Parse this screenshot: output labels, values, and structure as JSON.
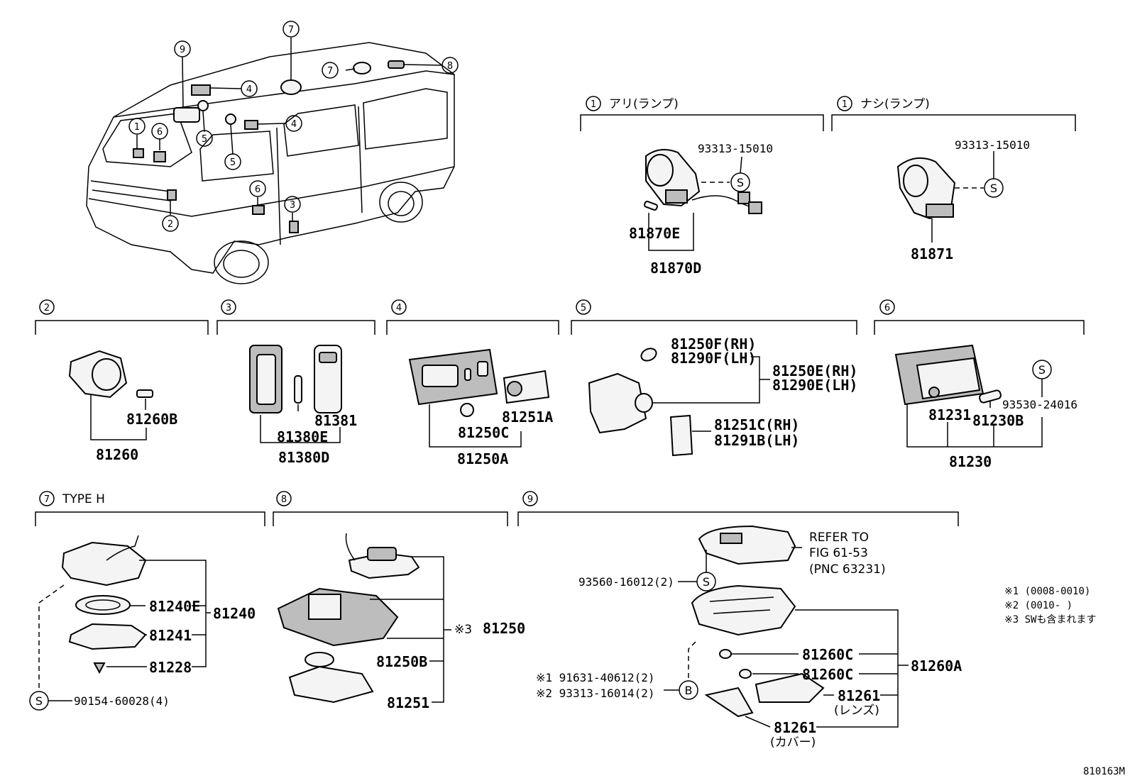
{
  "footer": {
    "code": "810163M"
  },
  "notes": [
    "※1 (0008-0010)",
    "※2 (0010-      )",
    "※3 SWも含まれます"
  ],
  "overview": {
    "callouts": [
      "1",
      "2",
      "3",
      "4",
      "4",
      "5",
      "5",
      "6",
      "6",
      "7",
      "7",
      "8",
      "9"
    ]
  },
  "sections": {
    "s1a": {
      "num": "1",
      "title": "アリ(ランプ)",
      "parts": [
        "93313-15010",
        "81870E",
        "81870D"
      ],
      "symbol": "S"
    },
    "s1b": {
      "num": "1",
      "title": "ナシ(ランプ)",
      "parts": [
        "93313-15010",
        "81871"
      ],
      "symbol": "S"
    },
    "s2": {
      "num": "2",
      "parts": [
        "81260B",
        "81260"
      ]
    },
    "s3": {
      "num": "3",
      "parts": [
        "81381",
        "81380E",
        "81380D"
      ]
    },
    "s4": {
      "num": "4",
      "parts": [
        "81250C",
        "81251A",
        "81250A"
      ]
    },
    "s5": {
      "num": "5",
      "parts": [
        "81250F(RH)",
        "81290F(LH)",
        "81250E(RH)",
        "81290E(LH)",
        "81251C(RH)",
        "81291B(LH)"
      ]
    },
    "s6": {
      "num": "6",
      "parts": [
        "81231",
        "81230B",
        "93530-24016",
        "81230"
      ],
      "symbol": "S"
    },
    "s7": {
      "num": "7",
      "title": "TYPE H",
      "parts": [
        "81240E",
        "81241",
        "81228",
        "81240",
        "90154-60028(4)"
      ],
      "symbol": "S"
    },
    "s8": {
      "num": "8",
      "parts": [
        "81250B",
        "81251",
        "81250"
      ],
      "mark": "※3"
    },
    "s9": {
      "num": "9",
      "refer": [
        "REFER TO",
        "FIG 61-53",
        "(PNC 63231)"
      ],
      "parts": [
        "93560-16012(2)",
        "81260C",
        "81260C",
        "81260A",
        "81261",
        "81261"
      ],
      "notes": [
        "(レンズ)",
        "(カバー)"
      ],
      "bolts": [
        "※1 91631-40612(2)",
        "※2 93313-16014(2)"
      ],
      "symbols": [
        "S",
        "B"
      ]
    }
  }
}
